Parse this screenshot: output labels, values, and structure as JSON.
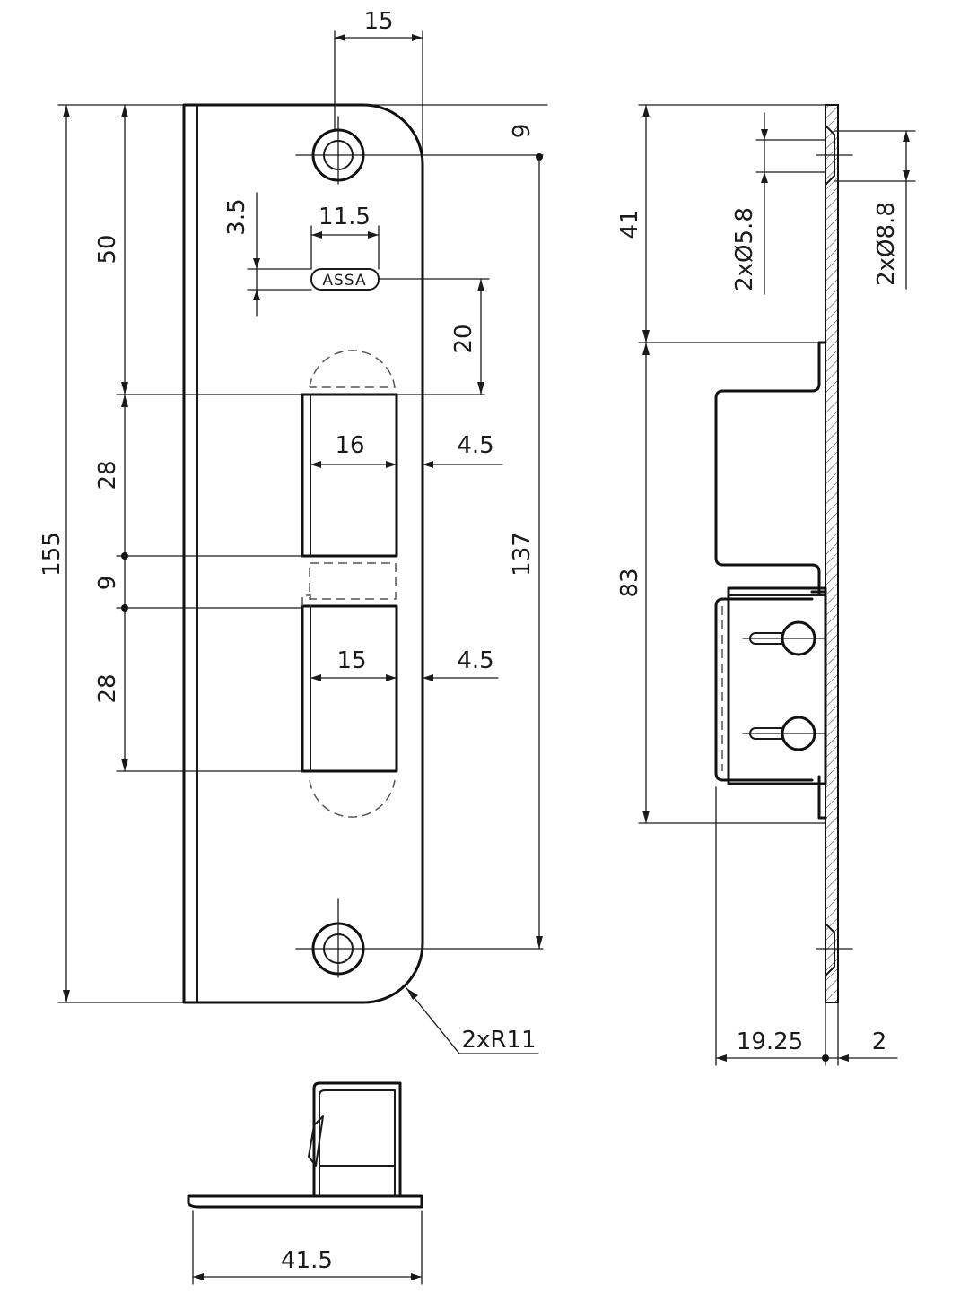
{
  "drawing": {
    "logo": "ASSA",
    "front_view": {
      "dim_top_width": "15",
      "dim_hole_top_offset": "9",
      "dim_logo_height": "3.5",
      "dim_logo_width": "11.5",
      "dim_upper_section": "50",
      "dim_logo_to_latch": "20",
      "dim_upper_opening_height": "28",
      "dim_upper_opening_width": "16",
      "dim_upper_opening_offset": "4.5",
      "dim_gap": "9",
      "dim_lower_opening_height": "28",
      "dim_lower_opening_width": "15",
      "dim_lower_opening_offset": "4.5",
      "dim_total_length": "155",
      "dim_hole_spacing": "137",
      "dim_corner_radius": "2xR11"
    },
    "side_view": {
      "dim_top_section": "41",
      "dim_hole_small": "2xØ5.8",
      "dim_hole_large": "2xØ8.8",
      "dim_box_height": "83",
      "dim_box_depth": "19.25",
      "dim_plate_thickness": "2"
    },
    "bottom_view": {
      "dim_width": "41.5"
    }
  }
}
